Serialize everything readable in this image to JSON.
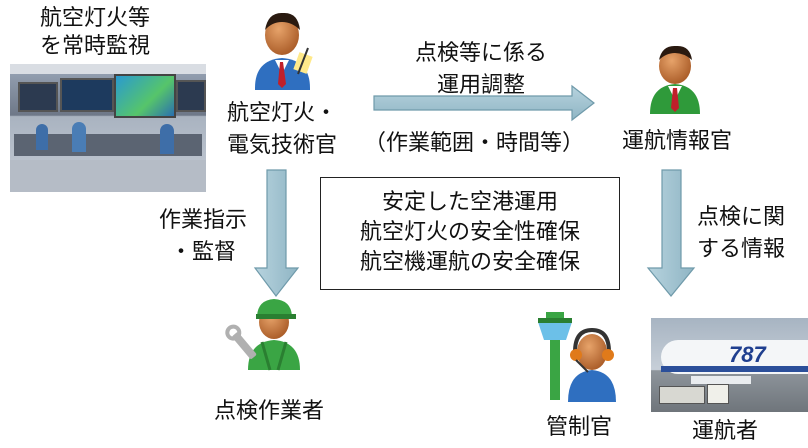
{
  "labels": {
    "monitor_line1": "航空灯火等",
    "monitor_line2": "を常時監視",
    "engineer_line1": "航空灯火・",
    "engineer_line2": "電気技術官",
    "coordination_line1": "点検等に係る",
    "coordination_line2": "運用調整",
    "coordination_detail": "（作業範囲・時間等）",
    "ops_info_officer": "運航情報官",
    "work_order_line1": "作業指示",
    "work_order_line2": "・監督",
    "inspection_info_line1": "点検に関",
    "inspection_info_line2": "する情報",
    "worker": "点検作業者",
    "controller": "管制官",
    "operator": "運航者",
    "aircraft_marking": "787"
  },
  "center_box": {
    "line1": "安定した空港運用",
    "line2": "航空灯火の安全性確保",
    "line3": "航空機運航の安全確保"
  },
  "colors": {
    "arrow_fill": "#9bbfcd",
    "arrow_stroke": "#6f9aaa",
    "engineer_shirt": "#2f6fc0",
    "officer_shirt": "#2f9a3a",
    "worker_uniform": "#3aa544",
    "skin": "#c8743a"
  }
}
